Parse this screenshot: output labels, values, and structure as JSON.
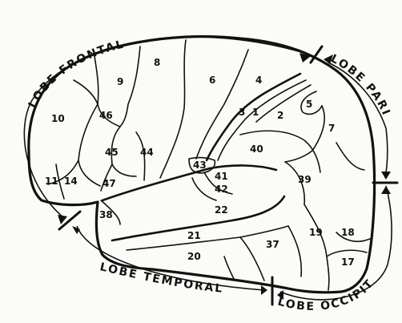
{
  "areas": [
    {
      "id": "area-8",
      "label": "8"
    },
    {
      "id": "area-9",
      "label": "9"
    },
    {
      "id": "area-6",
      "label": "6"
    },
    {
      "id": "area-4",
      "label": "4"
    },
    {
      "id": "area-10",
      "label": "10"
    },
    {
      "id": "area-46",
      "label": "46"
    },
    {
      "id": "area-3",
      "label": "3"
    },
    {
      "id": "area-1",
      "label": "1"
    },
    {
      "id": "area-2",
      "label": "2"
    },
    {
      "id": "area-5",
      "label": "5"
    },
    {
      "id": "area-7",
      "label": "7"
    },
    {
      "id": "area-45",
      "label": "45"
    },
    {
      "id": "area-44",
      "label": "44"
    },
    {
      "id": "area-40",
      "label": "40"
    },
    {
      "id": "area-43",
      "label": "43"
    },
    {
      "id": "area-41",
      "label": "41"
    },
    {
      "id": "area-42",
      "label": "42"
    },
    {
      "id": "area-39",
      "label": "39"
    },
    {
      "id": "area-11",
      "label": "11"
    },
    {
      "id": "area-14",
      "label": "14"
    },
    {
      "id": "area-47",
      "label": "47"
    },
    {
      "id": "area-38",
      "label": "38"
    },
    {
      "id": "area-22",
      "label": "22"
    },
    {
      "id": "area-21",
      "label": "21"
    },
    {
      "id": "area-37",
      "label": "37"
    },
    {
      "id": "area-19",
      "label": "19"
    },
    {
      "id": "area-18",
      "label": "18"
    },
    {
      "id": "area-20",
      "label": "20"
    },
    {
      "id": "area-17",
      "label": "17"
    }
  ],
  "lobes": {
    "frontal": "LOBE FRONTAL",
    "parietal": "LOBE PARIETAL",
    "temporal": "LOBE TEMPORAL",
    "occipital": "LOBE OCCIPITAL"
  }
}
